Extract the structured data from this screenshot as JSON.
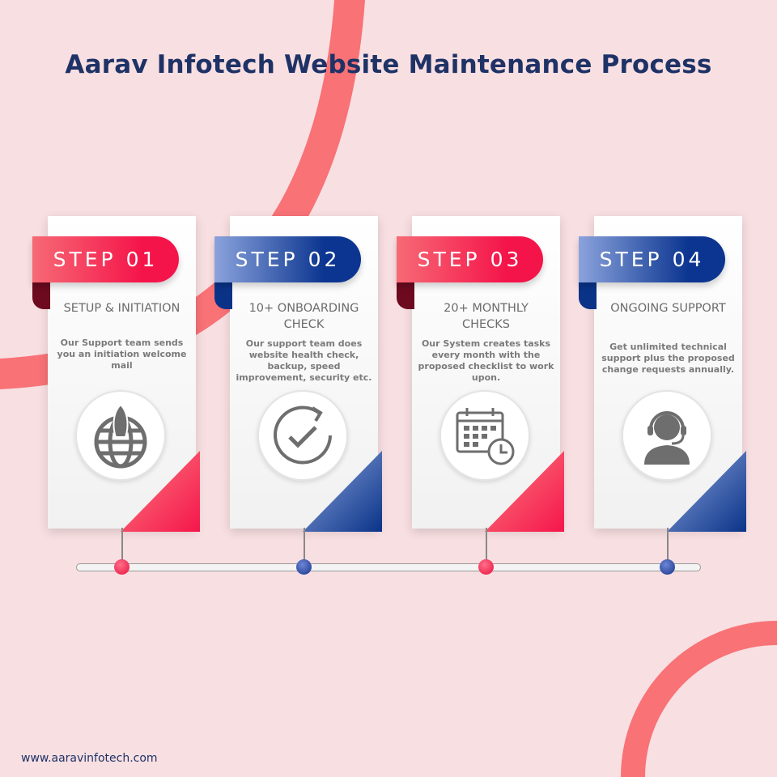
{
  "title": "Aarav Infotech Website Maintenance Process",
  "steps": [
    {
      "label": "STEP 01",
      "heading": "SETUP & INITIATION",
      "description": "Our Support team sends you an initiation welcome mail",
      "icon": "rocket-globe-icon",
      "theme": "pink"
    },
    {
      "label": "STEP 02",
      "heading": "10+ ONBOARDING CHECK",
      "description": "Our support team does website health check, backup, speed improvement, security etc.",
      "icon": "refresh-check-icon",
      "theme": "blue"
    },
    {
      "label": "STEP 03",
      "heading": "20+ MONTHLY CHECKS",
      "description": "Our System creates tasks every month with the proposed checklist to work upon.",
      "icon": "calendar-clock-icon",
      "theme": "pink"
    },
    {
      "label": "STEP 04",
      "heading": "ONGOING SUPPORT",
      "description": "Get unlimited technical support plus the proposed change requests annually.",
      "icon": "headset-support-icon",
      "theme": "blue"
    }
  ],
  "footer": {
    "url": "www.aaravinfotech.com"
  },
  "colors": {
    "background": "#f8dfe2",
    "title": "#1e3266",
    "pink": "#f5144a",
    "blue": "#0b3590",
    "arc": "#f87276"
  }
}
